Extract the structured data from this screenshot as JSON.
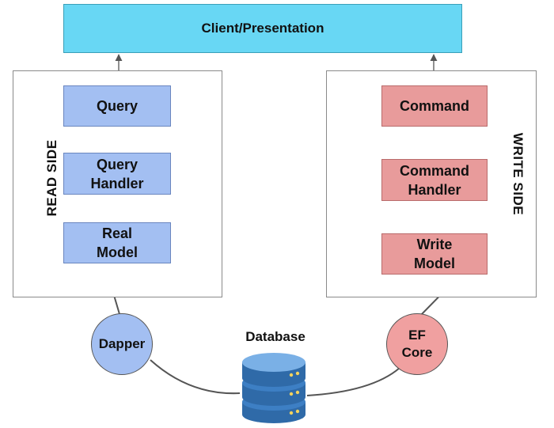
{
  "client": {
    "label": "Client/Presentation"
  },
  "read_side": {
    "label": "READ SIDE",
    "query": "Query",
    "query_handler": [
      "Query",
      "Handler"
    ],
    "real_model": [
      "Real",
      "Model"
    ],
    "connector": "Dapper"
  },
  "write_side": {
    "label": "WRITE SIDE",
    "command": "Command",
    "command_handler": [
      "Command",
      "Handler"
    ],
    "write_model": [
      "Write",
      "Model"
    ],
    "connector": [
      "EF",
      "Core"
    ]
  },
  "database": {
    "label": "Database",
    "icon": "database-icon"
  },
  "colors": {
    "client": "#68d7f4",
    "read": "#a3bff2",
    "write": "#e89b9b",
    "database": "#3d7fc4",
    "arrow": "#555555"
  }
}
